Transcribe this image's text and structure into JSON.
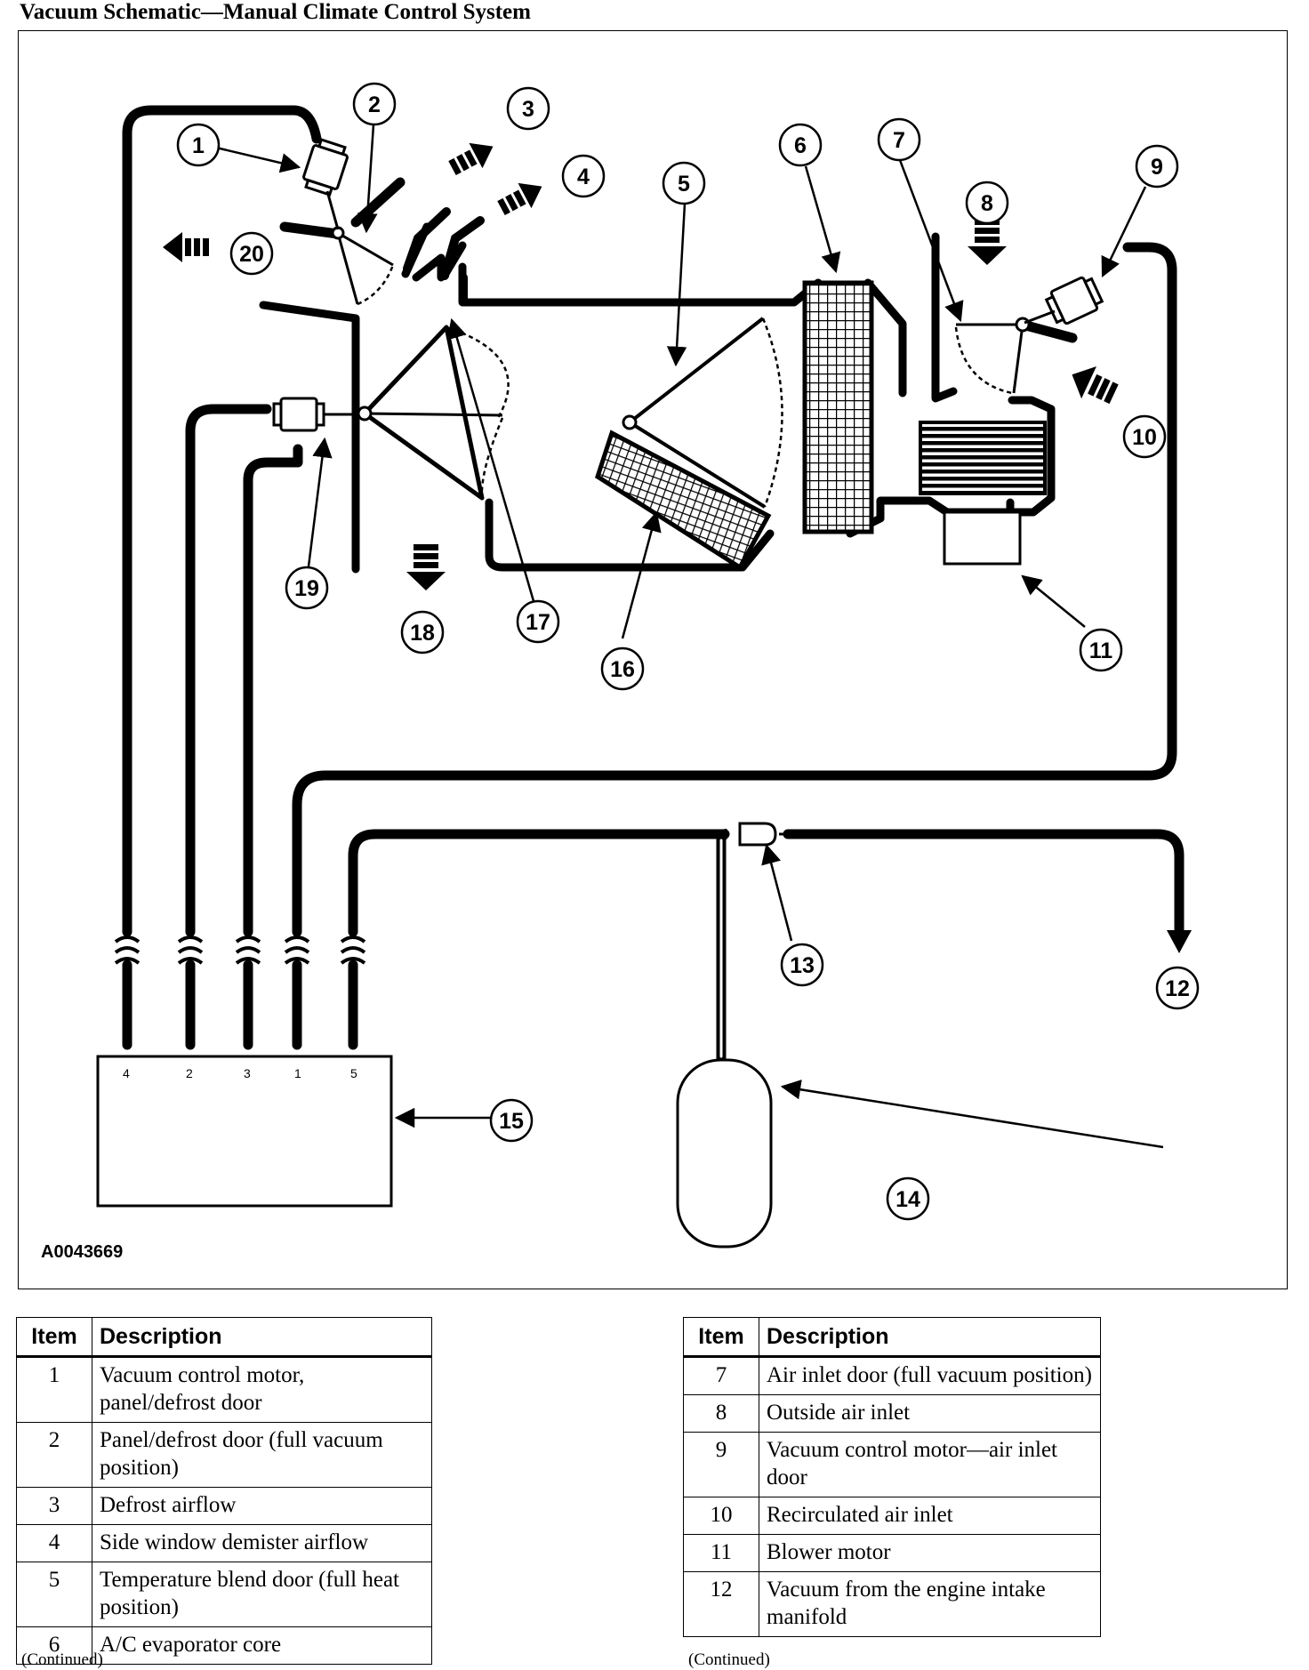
{
  "title": "Vacuum Schematic—Manual Climate Control System",
  "figure_id": "A0043669",
  "callouts": [
    "1",
    "2",
    "3",
    "4",
    "5",
    "6",
    "7",
    "8",
    "9",
    "10",
    "11",
    "12",
    "13",
    "14",
    "15",
    "16",
    "17",
    "18",
    "19",
    "20"
  ],
  "port_labels": [
    "4",
    "2",
    "3",
    "1",
    "5"
  ],
  "legend_left": {
    "header_item": "Item",
    "header_desc": "Description",
    "rows": [
      {
        "item": "1",
        "desc": "Vacuum control motor, panel/defrost door"
      },
      {
        "item": "2",
        "desc": "Panel/defrost door (full vacuum position)"
      },
      {
        "item": "3",
        "desc": "Defrost airflow"
      },
      {
        "item": "4",
        "desc": "Side window demister airflow"
      },
      {
        "item": "5",
        "desc": "Temperature blend door (full heat position)"
      },
      {
        "item": "6",
        "desc": "A/C evaporator core"
      }
    ],
    "continued": "(Continued)"
  },
  "legend_right": {
    "header_item": "Item",
    "header_desc": "Description",
    "rows": [
      {
        "item": "7",
        "desc": "Air inlet door (full vacuum position)"
      },
      {
        "item": "8",
        "desc": "Outside air inlet"
      },
      {
        "item": "9",
        "desc": "Vacuum control motor—air inlet door"
      },
      {
        "item": "10",
        "desc": "Recirculated air inlet"
      },
      {
        "item": "11",
        "desc": "Blower motor"
      },
      {
        "item": "12",
        "desc": "Vacuum from the engine intake manifold"
      }
    ],
    "continued": "(Continued)"
  }
}
